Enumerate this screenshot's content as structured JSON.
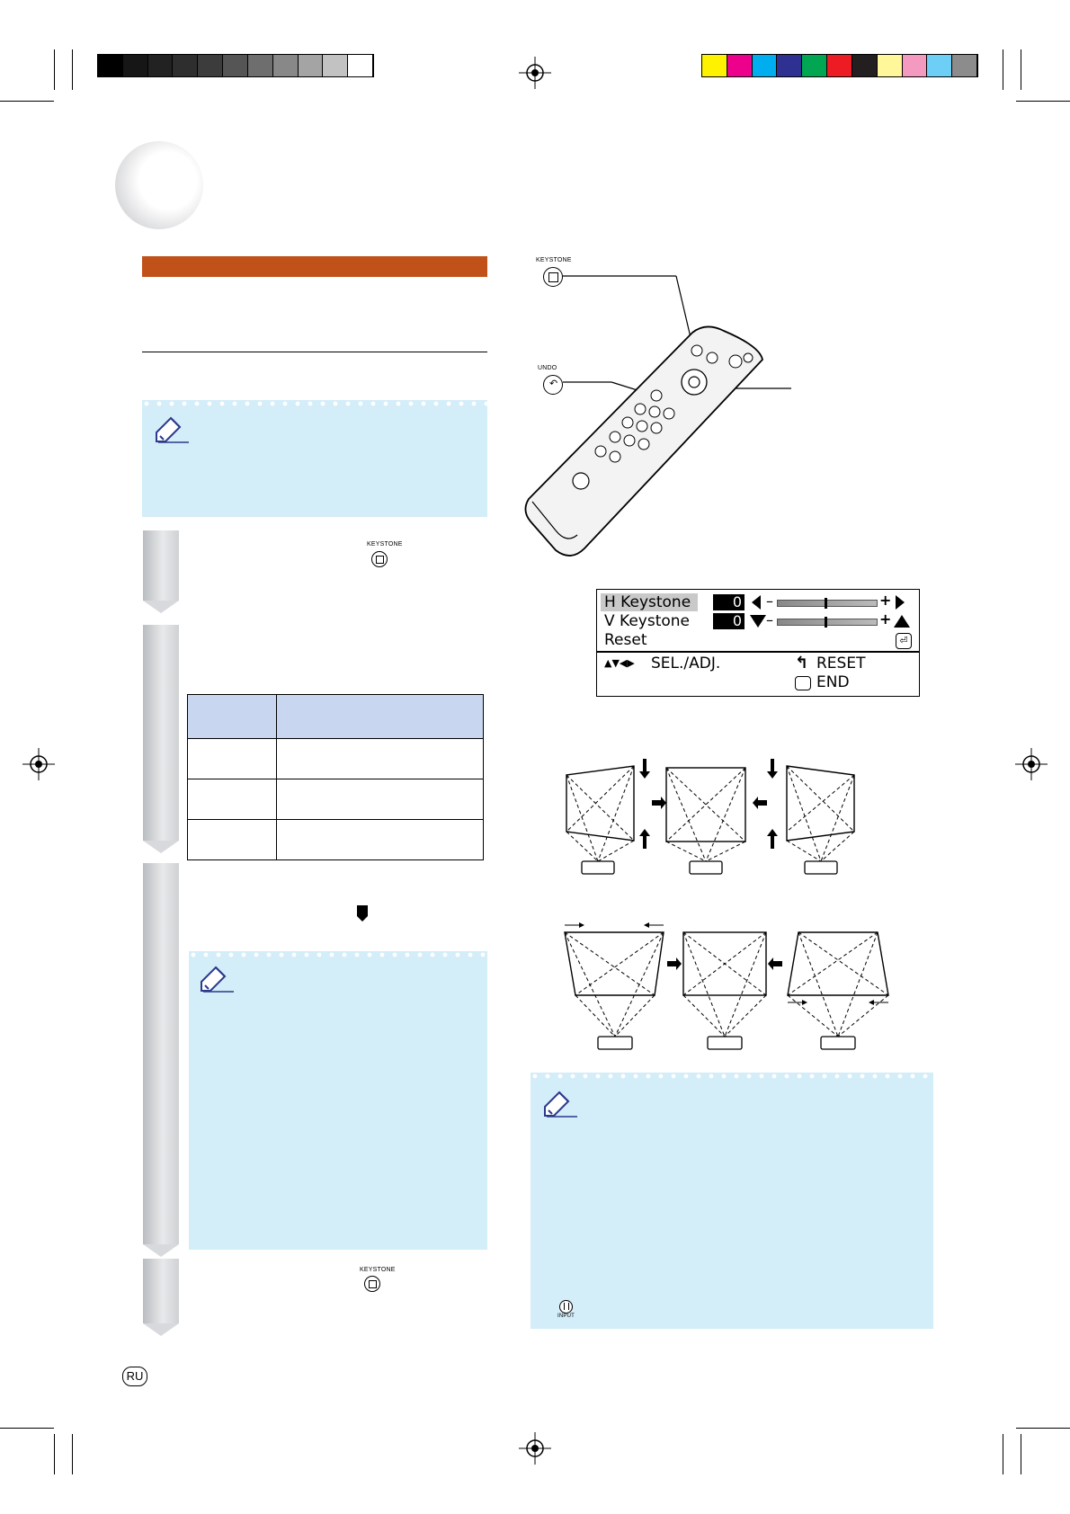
{
  "colors": {
    "header_bar": "#bf5119",
    "note_bg": "#d3edf9",
    "table_header_bg": "#c8d6ef",
    "grayscale_swatches": [
      "#000000",
      "#161616",
      "#222222",
      "#2e2e2e",
      "#3c3c3c",
      "#555555",
      "#6e6e6e",
      "#888888",
      "#a4a4a4",
      "#c2c2c2",
      "#ffffff"
    ],
    "color_swatches": [
      "#fff200",
      "#ec008c",
      "#00aeef",
      "#2e3192",
      "#00a651",
      "#ed1c24",
      "#231f20",
      "#fff799",
      "#f49ac1",
      "#6dcff6",
      "#8c8c8c"
    ]
  },
  "remote": {
    "keystone_label": "KEYSTONE",
    "undo_label": "UNDO"
  },
  "steps": {
    "step1_button_label": "KEYSTONE",
    "step4_button_label": "KEYSTONE"
  },
  "osd": {
    "h_keystone_label": "H Keystone",
    "h_keystone_value": "0",
    "v_keystone_label": "V Keystone",
    "v_keystone_value": "0",
    "reset_label": "Reset",
    "sel_adj": "SEL./ADJ.",
    "reset_hint": "RESET",
    "end_hint": "END"
  },
  "note_bottom": {
    "input_label": "INPUT"
  },
  "footer": {
    "language_badge": "RU"
  }
}
